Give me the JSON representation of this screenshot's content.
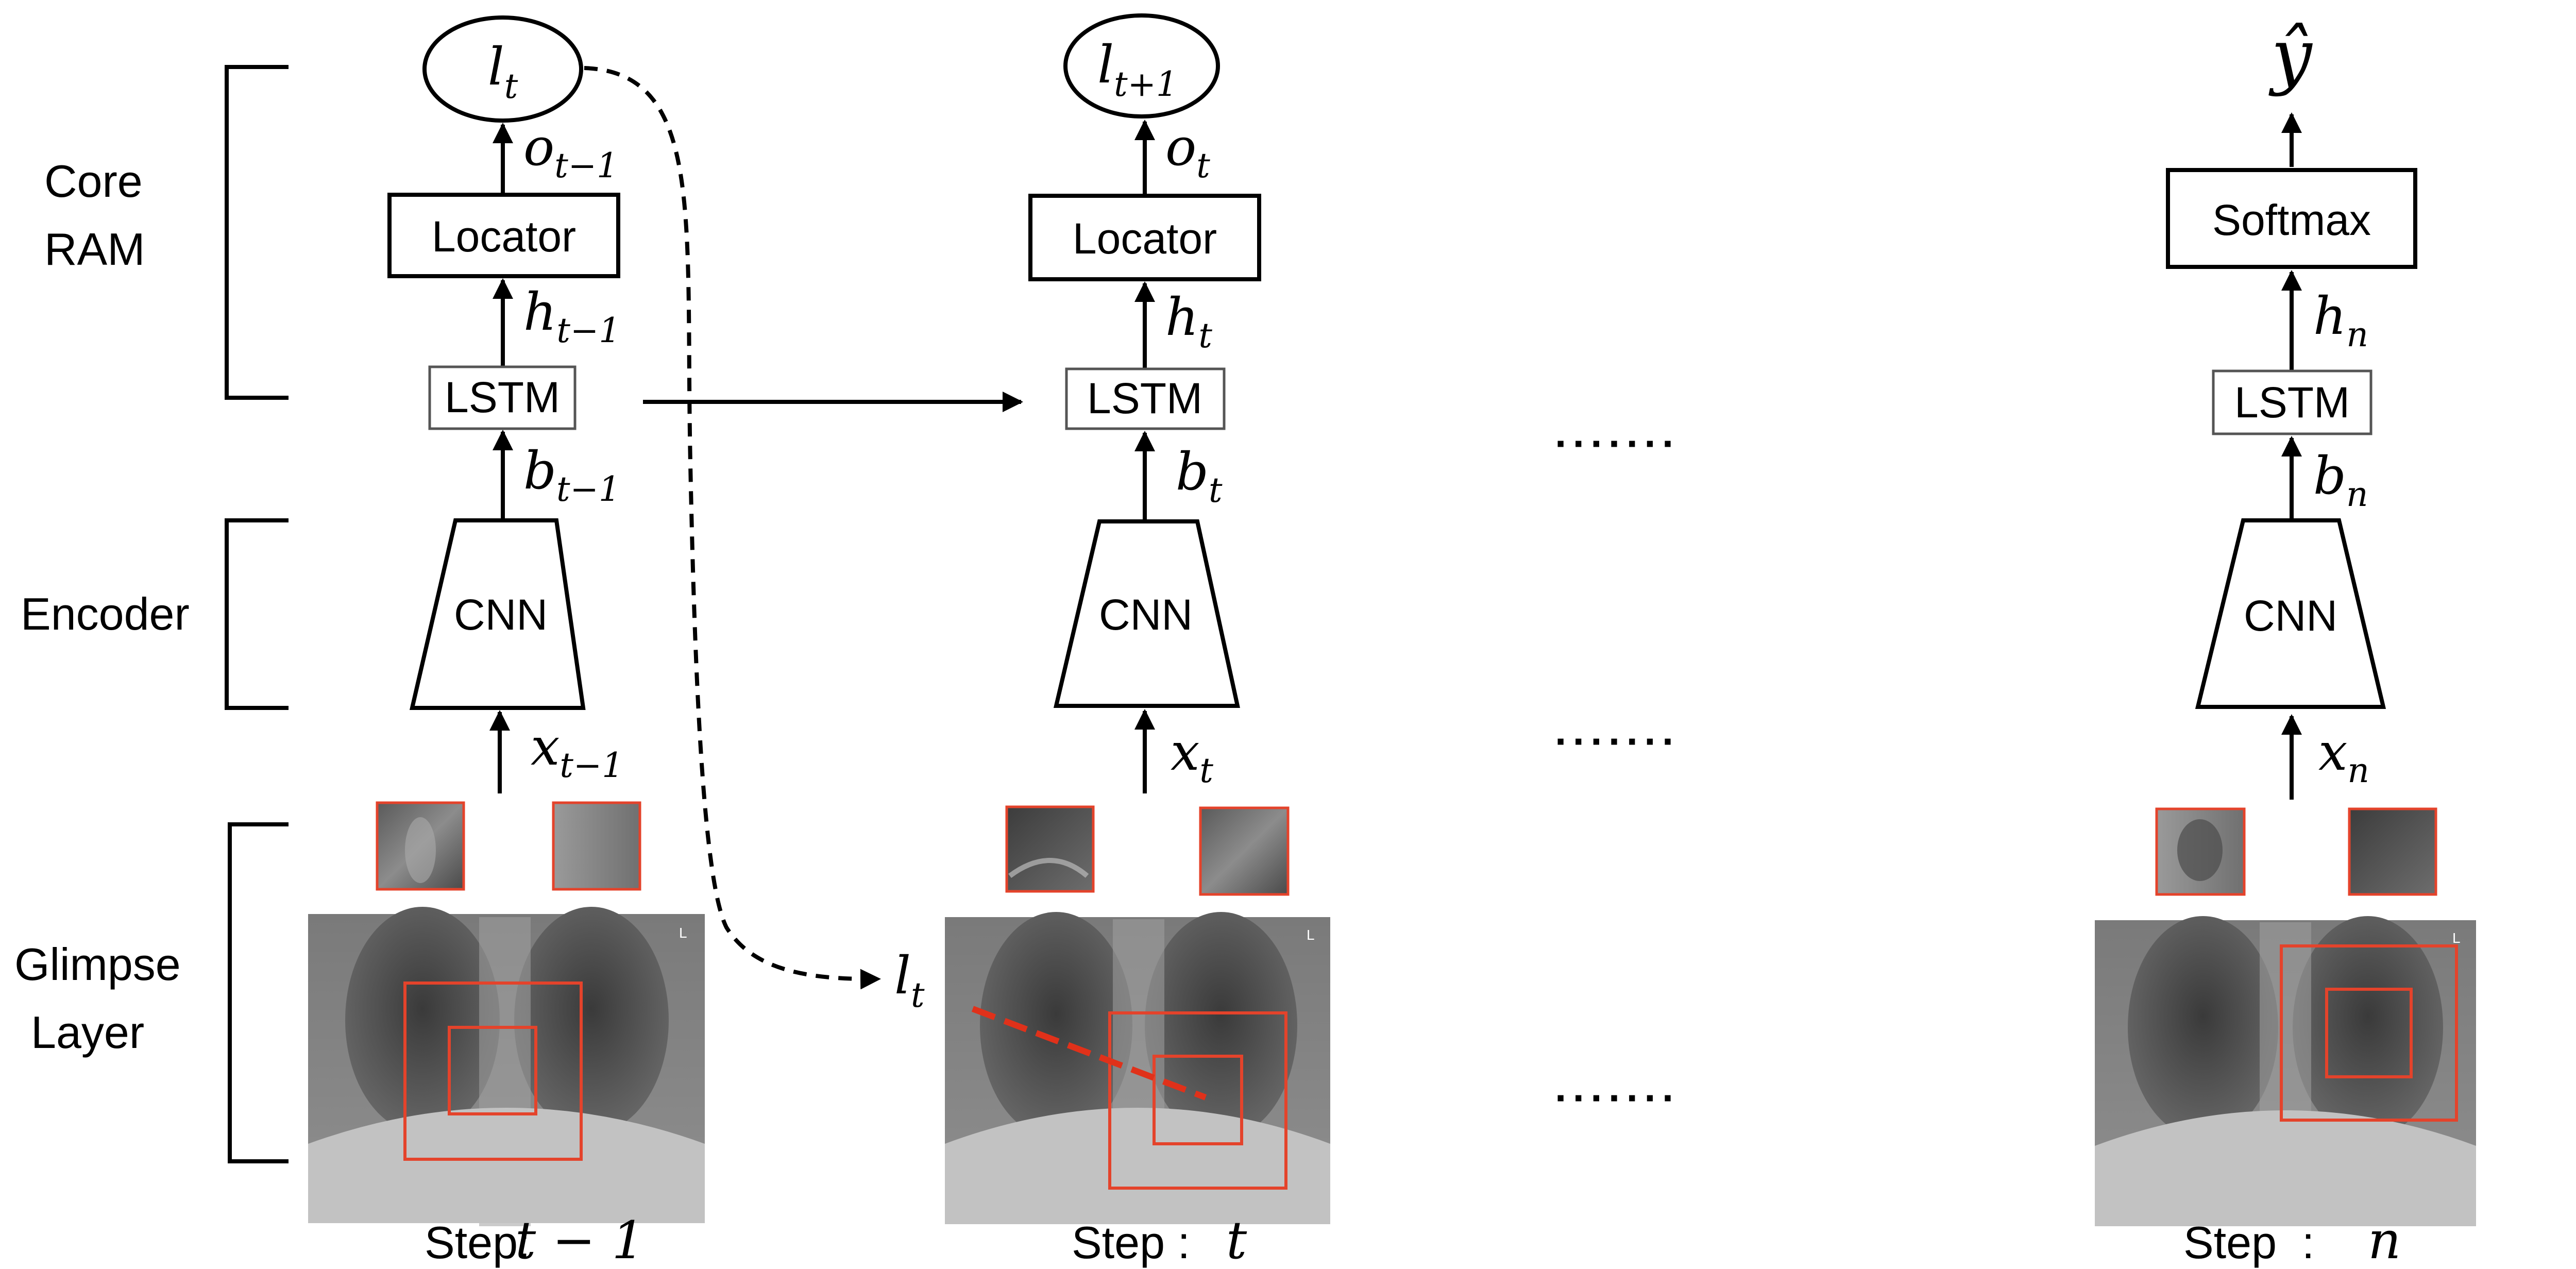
{
  "section_labels": {
    "core_ram": [
      "Core",
      "RAM"
    ],
    "encoder": "Encoder",
    "glimpse": [
      "Glimpse",
      "Layer"
    ]
  },
  "columns": [
    {
      "step_prefix": "Step:",
      "step_var": "t − 1",
      "location": {
        "base": "l",
        "sub": "t"
      },
      "locator_label": "Locator",
      "output": {
        "base": "o",
        "sub": "t−1"
      },
      "hidden": {
        "base": "h",
        "sub": "t−1"
      },
      "lstm_label": "LSTM",
      "feature": {
        "base": "b",
        "sub": "t−1"
      },
      "cnn_label": "CNN",
      "input": {
        "base": "x",
        "sub": "t−1"
      }
    },
    {
      "step_prefix": "Step :",
      "step_var": "t",
      "location": {
        "base": "l",
        "sub": "t+1"
      },
      "locator_label": "Locator",
      "output": {
        "base": "o",
        "sub": "t"
      },
      "hidden": {
        "base": "h",
        "sub": "t"
      },
      "lstm_label": "LSTM",
      "feature": {
        "base": "b",
        "sub": "t"
      },
      "cnn_label": "CNN",
      "input": {
        "base": "x",
        "sub": "t"
      },
      "incoming_location": {
        "base": "l",
        "sub": "t"
      }
    },
    {
      "step_prefix": "Step  :",
      "step_var": "n",
      "prediction": "ŷ",
      "softmax_label": "Softmax",
      "hidden": {
        "base": "h",
        "sub": "n"
      },
      "lstm_label": "LSTM",
      "feature": {
        "base": "b",
        "sub": "n"
      },
      "cnn_label": "CNN",
      "input": {
        "base": "x",
        "sub": "n"
      }
    }
  ],
  "ellipsis": "·······",
  "xray_marker": "L",
  "colors": {
    "line": "#000000",
    "glimpse_box": "#e4432b",
    "location_dash": "#e0311a",
    "xray_dark": "#2e2e2e",
    "xray_light": "#b9b9b9"
  }
}
